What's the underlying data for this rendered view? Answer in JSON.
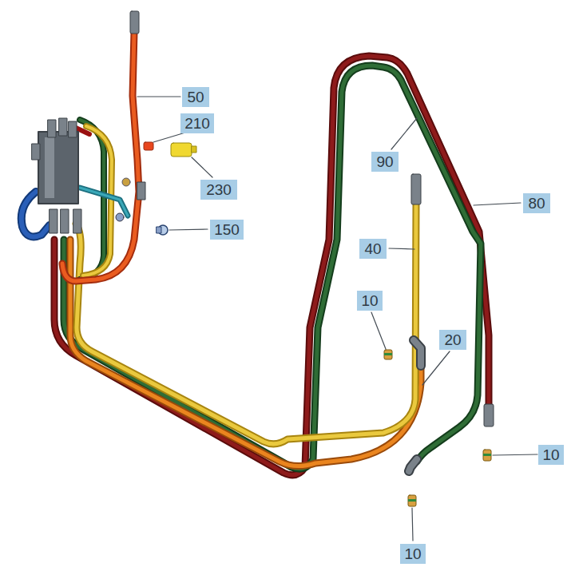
{
  "diagram": {
    "nodes": [
      {
        "text": [
          "50"
        ]
      },
      {
        "text": [
          "210"
        ]
      },
      {
        "text": [
          "90"
        ]
      },
      {
        "text": [
          "230"
        ]
      },
      {
        "text": [
          "80"
        ]
      },
      {
        "text": [
          "150"
        ]
      },
      {
        "text": [
          "40"
        ]
      },
      {
        "text": [
          "10"
        ]
      },
      {
        "text": [
          "20"
        ]
      },
      {
        "text": [
          "10"
        ]
      },
      {
        "text": [
          "10"
        ]
      }
    ]
  }
}
